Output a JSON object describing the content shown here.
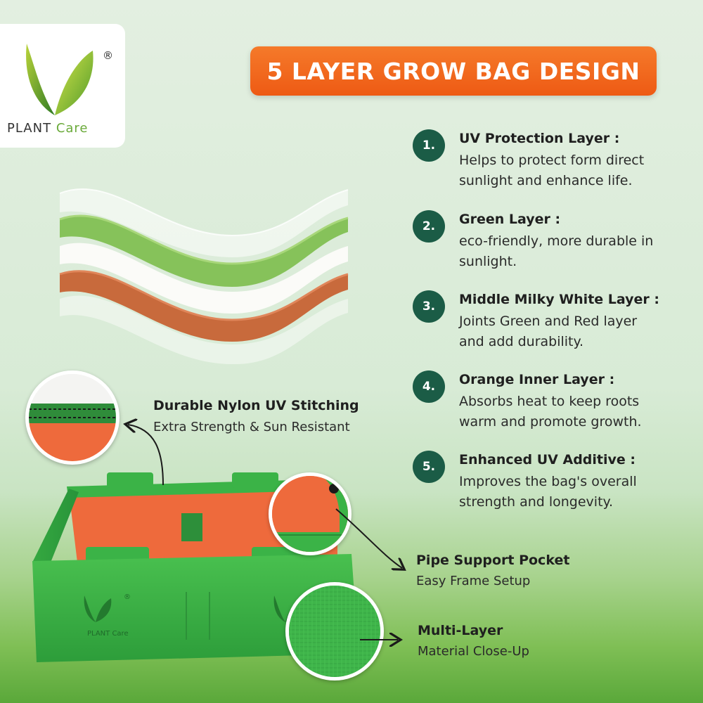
{
  "logo": {
    "brand_plant": "PLANT",
    "brand_care": "Care",
    "registered": "®"
  },
  "title": "5 LAYER GROW BAG DESIGN",
  "layers": [
    {
      "number": "1.",
      "title": "UV Protection Layer :",
      "desc": "Helps to protect form direct sunlight and enhance life."
    },
    {
      "number": "2.",
      "title": "Green Layer :",
      "desc": "eco-friendly, more durable in sunlight."
    },
    {
      "number": "3.",
      "title": "Middle Milky White Layer  :",
      "desc": "Joints Green and Red layer and add durability."
    },
    {
      "number": "4.",
      "title": "Orange Inner Layer :",
      "desc": "Absorbs heat to keep roots warm and promote growth."
    },
    {
      "number": "5.",
      "title": "Enhanced UV Additive :",
      "desc": "Improves the bag's overall strength and longevity."
    }
  ],
  "callouts": {
    "stitching": {
      "title": "Durable Nylon UV Stitching",
      "sub": "Extra Strength & Sun Resistant"
    },
    "pipe": {
      "title": "Pipe Support Pocket",
      "sub": "Easy Frame Setup"
    },
    "material": {
      "title": "Multi-Layer",
      "sub": "Material Close-Up"
    }
  },
  "bag_logo": {
    "brand": "PLANT Care",
    "registered": "®"
  },
  "colors": {
    "banner": "#f0641c",
    "badge": "#1b5c46",
    "bag_green": "#3fb54a",
    "bag_orange": "#ee6a3c"
  },
  "icons": [
    "leaf-logo-icon",
    "arrow-icon"
  ]
}
